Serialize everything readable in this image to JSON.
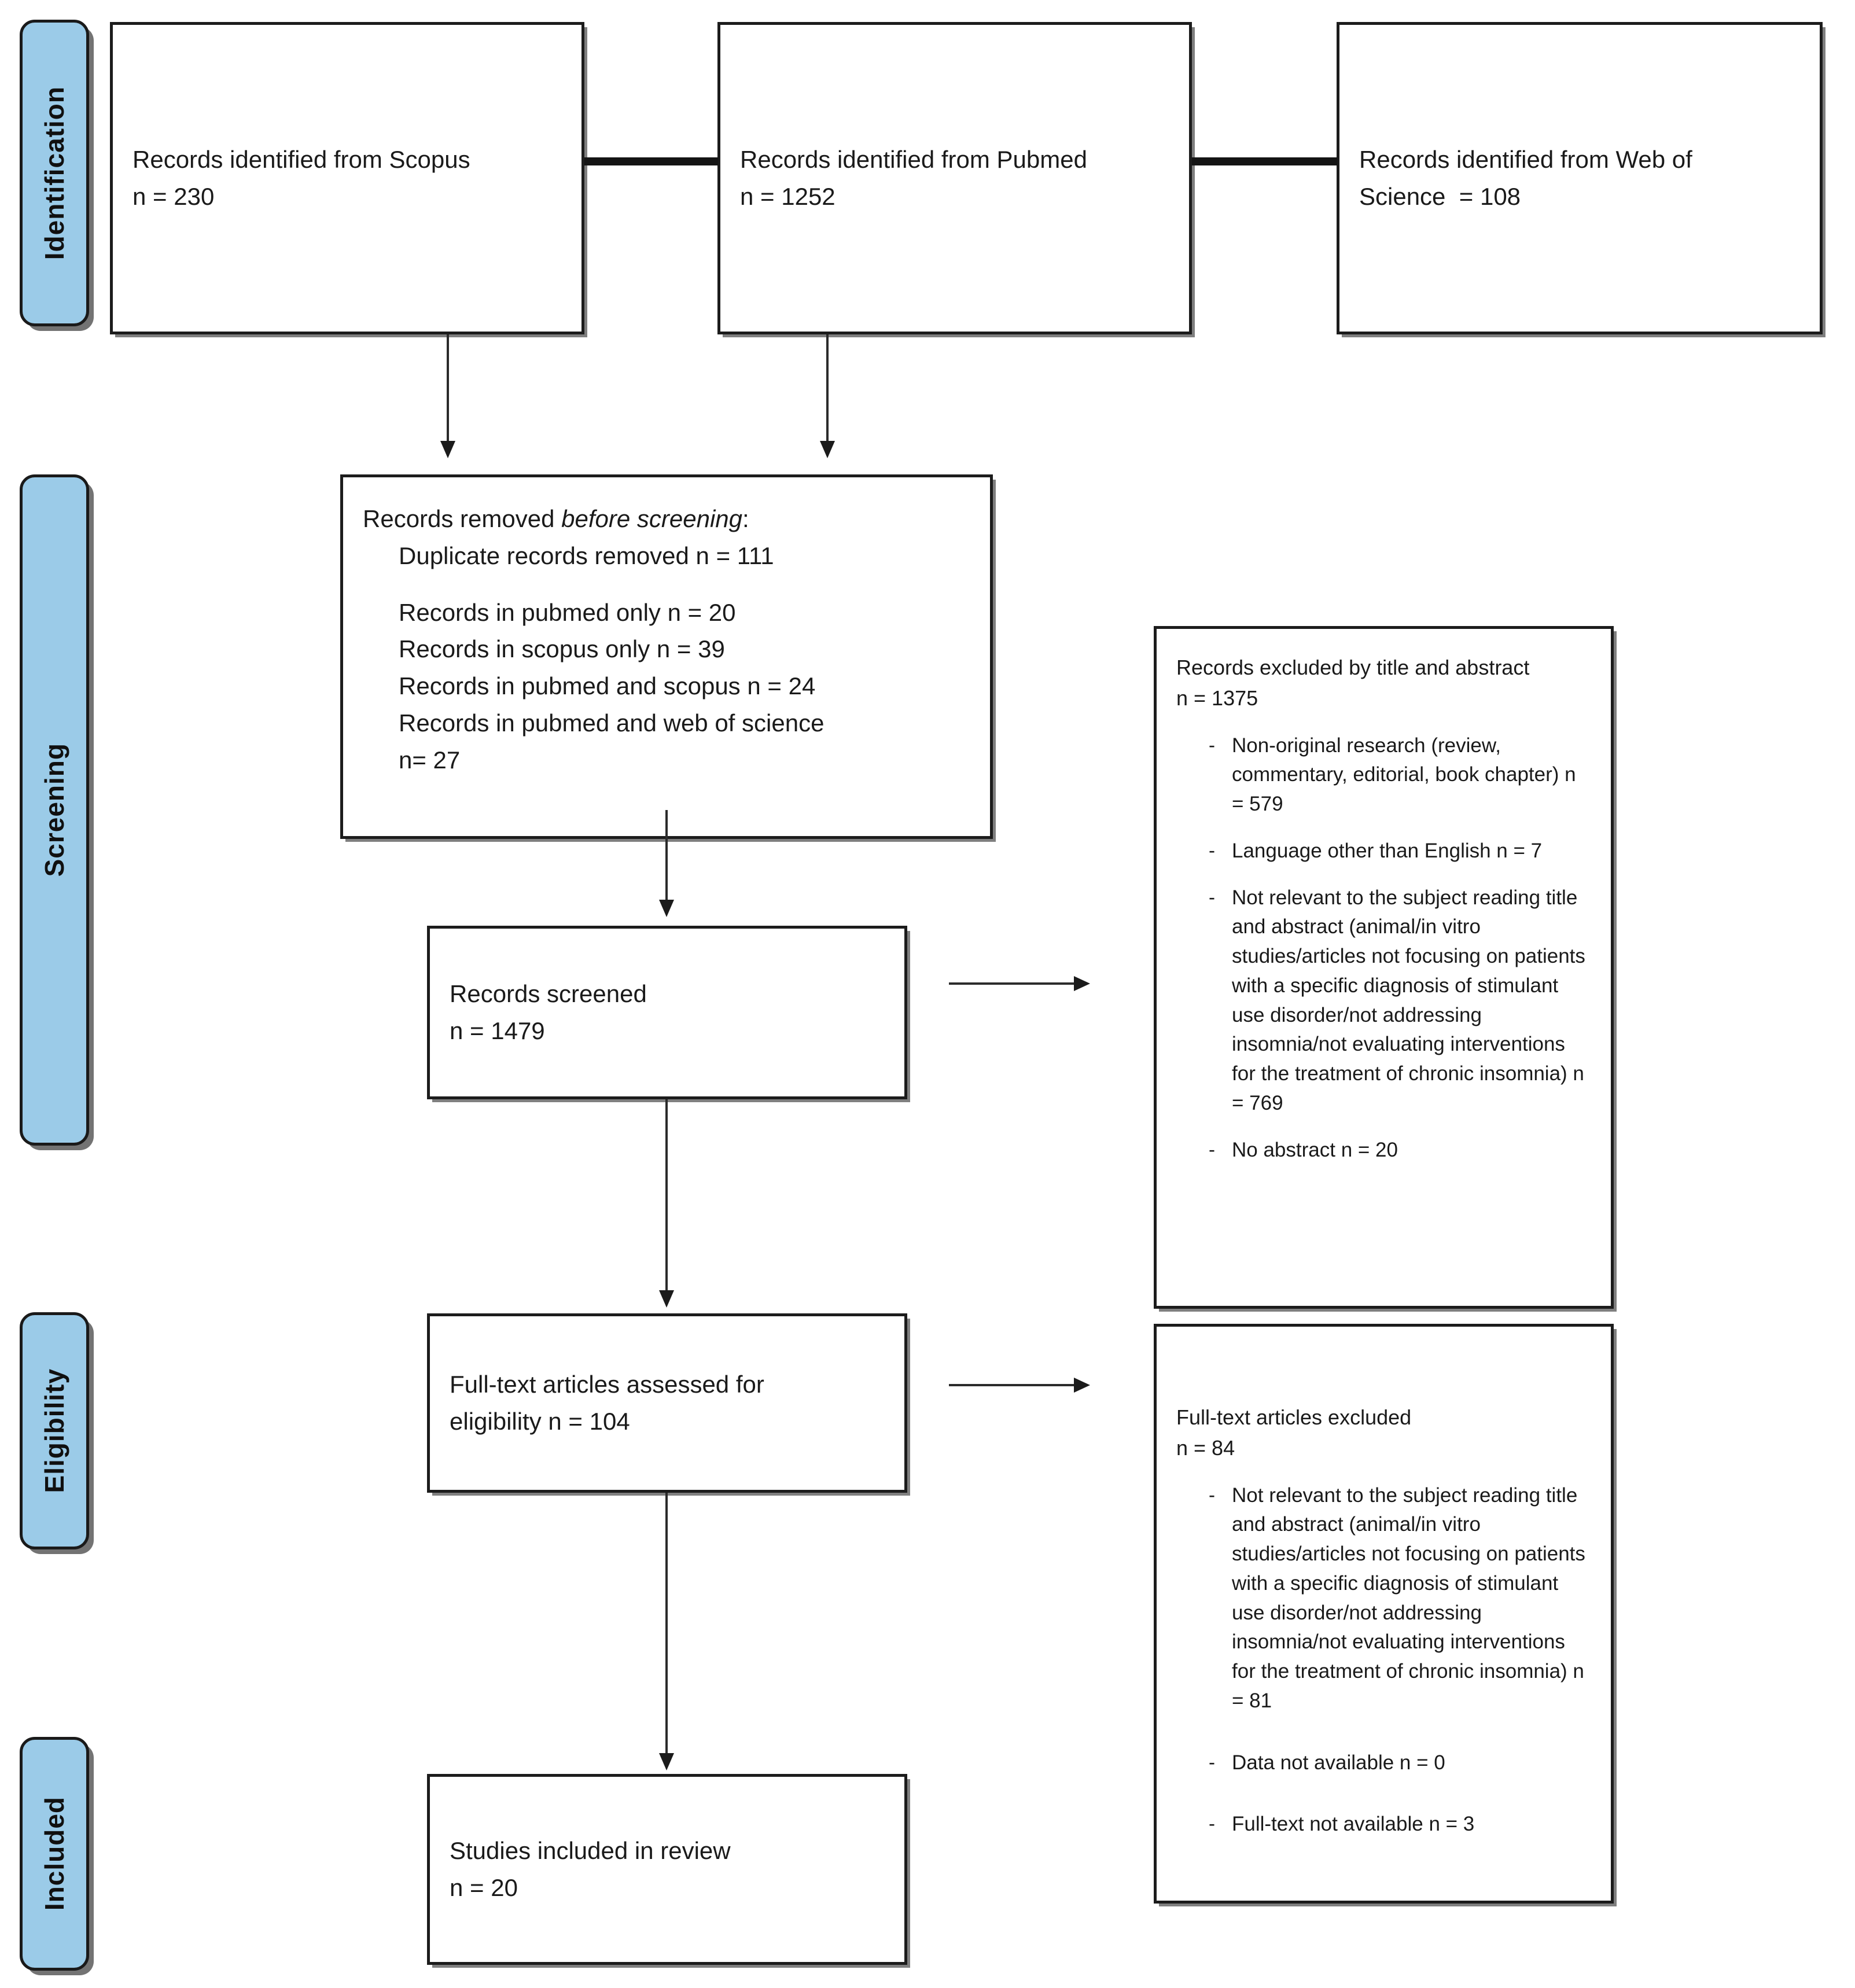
{
  "diagram": {
    "title": "PRISMA flow diagram",
    "accent_blue": "#9BCBE8",
    "line_color": "#1a1a1a"
  },
  "phases": [
    {
      "id": "identification",
      "label": "Identification"
    },
    {
      "id": "screening",
      "label": "Screening"
    },
    {
      "id": "eligibility",
      "label": "Eligibility"
    },
    {
      "id": "included",
      "label": "Included"
    }
  ],
  "identification": {
    "scopus": {
      "line1": "Records identified from Scopus",
      "line2": "n = 230"
    },
    "pubmed": {
      "line1": "Records identified from Pubmed",
      "line2": "n = 1252"
    },
    "wos": {
      "line1": "Records identified from Web of",
      "line2": "Science  = 108"
    }
  },
  "removed_before_screening": {
    "heading_plain": "Records removed ",
    "heading_italic": "before screening",
    "heading_colon": ":",
    "duplicate": "Duplicate records removed n = 111",
    "items": [
      "Records in pubmed only n = 20",
      "Records in scopus only n = 39",
      "Records in pubmed and scopus n = 24",
      "Records in pubmed and web of science",
      "n= 27"
    ]
  },
  "screened": {
    "line1": "Records screened",
    "line2": "n = 1479"
  },
  "excluded_title_abstract": {
    "line1": "Records excluded by title and abstract",
    "line2": "n = 1375",
    "bullets": [
      {
        "dash": "-",
        "text": "Non-original research (review, commentary, editorial, book chapter) n = 579"
      },
      {
        "dash": "-",
        "text": "Language other than English n = 7"
      },
      {
        "dash": "-",
        "text": "Not relevant to the subject reading title and abstract (animal/in vitro studies/articles not focusing on patients with a specific diagnosis of stimulant use disorder/not addressing insomnia/not evaluating interventions for the treatment of chronic insomnia)  n = 769"
      },
      {
        "dash": "-",
        "text": "No abstract n = 20"
      }
    ]
  },
  "fulltext_assessed": {
    "line1": "Full-text articles assessed for",
    "line2": "eligibility n = 104"
  },
  "fulltext_excluded": {
    "line1": "Full-text articles excluded",
    "line2": "n = 84",
    "bullets": [
      {
        "dash": "-",
        "text": "Not relevant to the subject reading title and abstract (animal/in vitro studies/articles not focusing on patients with a specific diagnosis of stimulant use disorder/not addressing insomnia/not evaluating interventions for the treatment of chronic insomnia) n = 81"
      },
      {
        "dash": "-",
        "text": "Data not available n = 0"
      },
      {
        "dash": "-",
        "text": "Full-text not available n = 3"
      }
    ]
  },
  "included_studies": {
    "line1": "Studies included in review",
    "line2": "n = 20"
  }
}
